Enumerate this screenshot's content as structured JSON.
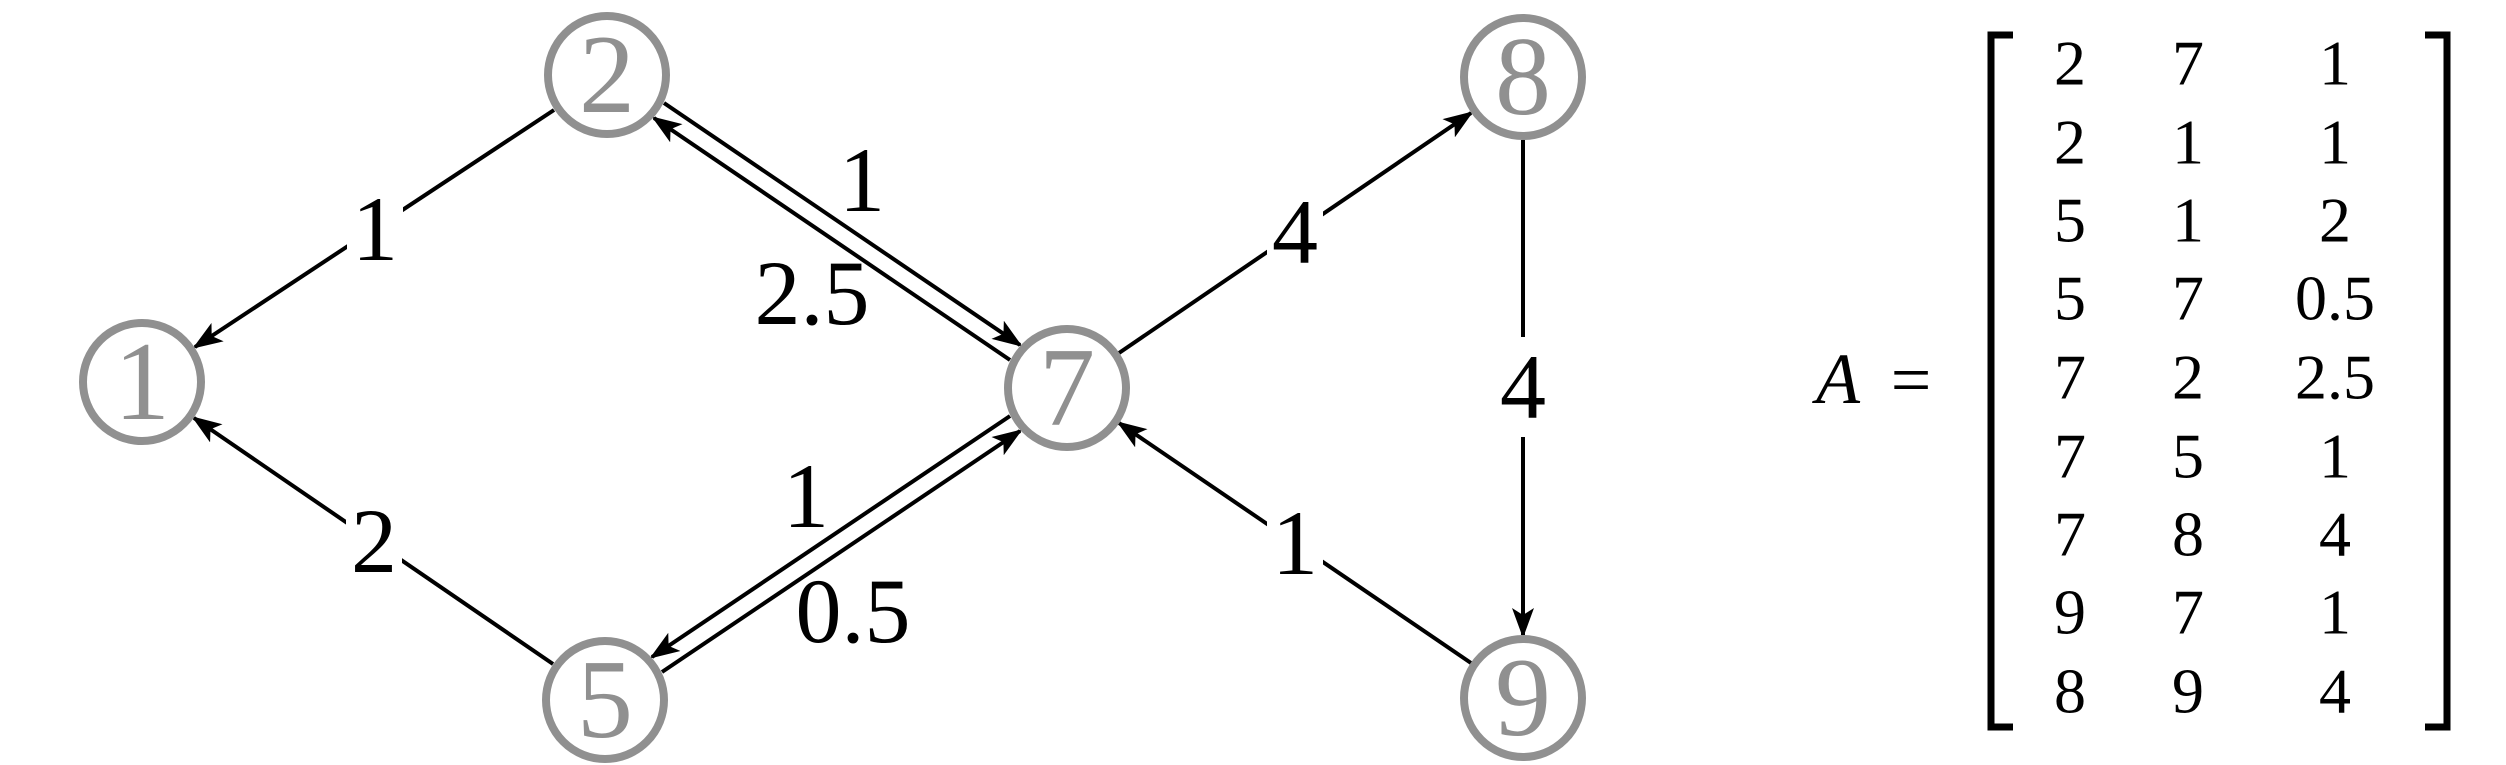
{
  "figure": {
    "type": "directed-weighted-graph-with-edge-list-matrix",
    "background": "#ffffff"
  },
  "colors": {
    "node_gray": "#909090",
    "ink": "#000000"
  },
  "graph": {
    "nodes": [
      {
        "id": "1",
        "label": "1"
      },
      {
        "id": "2",
        "label": "2"
      },
      {
        "id": "5",
        "label": "5"
      },
      {
        "id": "7",
        "label": "7"
      },
      {
        "id": "8",
        "label": "8"
      },
      {
        "id": "9",
        "label": "9"
      }
    ],
    "edges": [
      {
        "from": "2",
        "to": "1",
        "weight": "1"
      },
      {
        "from": "5",
        "to": "1",
        "weight": "2"
      },
      {
        "from": "2",
        "to": "7",
        "weight": "1"
      },
      {
        "from": "7",
        "to": "2",
        "weight": "2.5"
      },
      {
        "from": "7",
        "to": "5",
        "weight": "1"
      },
      {
        "from": "5",
        "to": "7",
        "weight": "0.5"
      },
      {
        "from": "7",
        "to": "8",
        "weight": "4"
      },
      {
        "from": "8",
        "to": "9",
        "weight": "4"
      },
      {
        "from": "9",
        "to": "7",
        "weight": "1"
      }
    ]
  },
  "matrix": {
    "name": "A",
    "equals_sign": "=",
    "rows": [
      [
        "2",
        "7",
        "1"
      ],
      [
        "2",
        "1",
        "1"
      ],
      [
        "5",
        "1",
        "2"
      ],
      [
        "5",
        "7",
        "0.5"
      ],
      [
        "7",
        "2",
        "2.5"
      ],
      [
        "7",
        "5",
        "1"
      ],
      [
        "7",
        "8",
        "4"
      ],
      [
        "9",
        "7",
        "1"
      ],
      [
        "8",
        "9",
        "4"
      ]
    ]
  }
}
